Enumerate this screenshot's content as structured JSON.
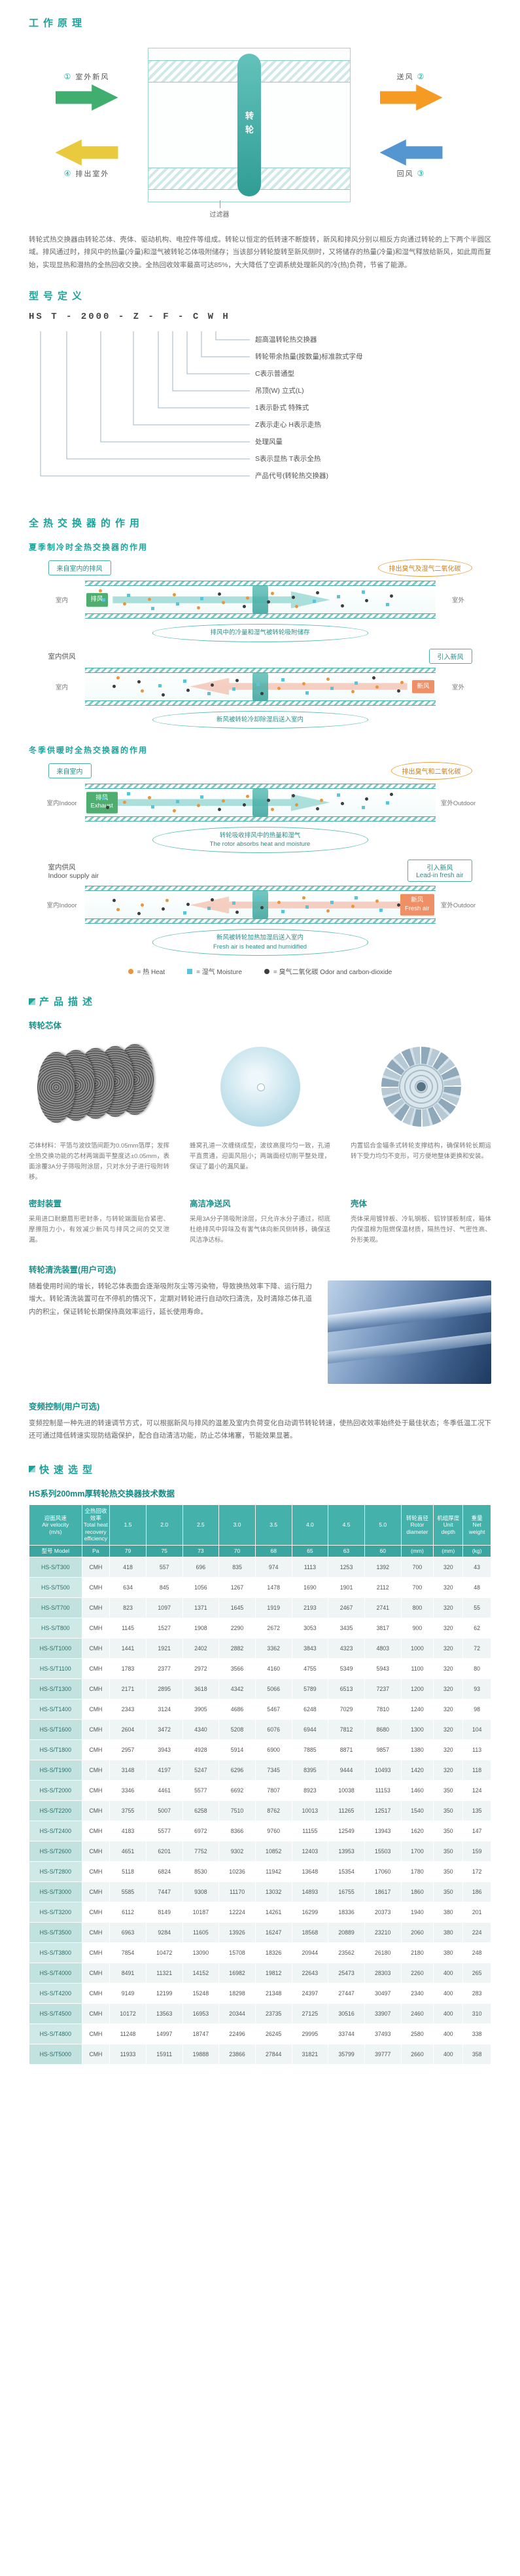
{
  "colors": {
    "accent": "#1ba39c",
    "heat": "#e8963c",
    "moisture": "#58c6d8",
    "odor": "#3d3d3d",
    "arrow_fresh_out": "#3fae6e",
    "arrow_exhaust_out": "#e9c93e",
    "arrow_supply": "#f59a23",
    "arrow_return": "#5596d0"
  },
  "principle": {
    "title": "工作原理",
    "diagram": {
      "outdoor_fresh": "室外新风",
      "exhaust_out": "排出室外",
      "supply": "送风",
      "return_air": "回风",
      "rotor": "转轮",
      "filter": "过滤器",
      "n1": "①",
      "n2": "②",
      "n3": "③",
      "n4": "④"
    },
    "paragraph": "转轮式热交换器由转轮芯体、壳体、驱动机构、电控件等组成。转轮以恒定的低转速不断旋转，新风和排风分别以相反方向通过转轮的上下两个半圆区域。排风通过时，排风中的热量(冷量)和湿气被转轮芯体吸附储存；当该部分转轮旋转至新风侧时，又将储存的热量(冷量)和湿气释放给新风，如此周而复始，实现显热和潜热的全热回收交换。全热回收效率最高可达85%，大大降低了空调系统处理新风的冷(热)负荷，节省了能源。"
  },
  "model": {
    "title": "型号定义",
    "code": "HS T - 2000 - Z - F - C W H",
    "labels": [
      "超高温转轮热交换器",
      "转轮带余热量(按数量)标准款式字母",
      "C表示普通型",
      "吊顶(W) 立式(L)",
      "1表示卧式 特殊式",
      "Z表示走心 H表示走热",
      "处理风量",
      "S表示显热 T表示全热",
      "产品代号(转轮热交换器)"
    ]
  },
  "fn": {
    "title": "全热交换器的作用",
    "summer": {
      "subtitle": "夏季制冷时全热交换器的作用",
      "from_indoor": "来自室内的排风",
      "emit": "排出臭气及湿气二氧化碳",
      "indoor": "室内",
      "outdoor": "室外",
      "exhaust_tag": "排风",
      "note1": "排风中的冷量和湿气被转轮吸附储存",
      "supply": "室内供风",
      "lead_in": "引入新风",
      "fresh_tag": "新风",
      "note2": "新风被转轮冷却除湿后送入室内"
    },
    "winter": {
      "subtitle": "冬季供暖时全热交换器的作用",
      "from_indoor": "来自室内",
      "emit": "排出臭气和二氧化碳",
      "indoor": "室内Indoor",
      "outdoor": "室外Outdoor",
      "exhaust_tag": "排风\nExhaust",
      "note1": "转轮吸收排风中的热量和湿气\nThe rotor absorbs heat and moisture",
      "supply": "室内供风\nIndoor supply air",
      "lead_in": "引入新风\nLead-in fresh air",
      "fresh_tag": "新风\nFresh air",
      "note2": "新风被转轮加热加湿后送入室内\nFresh air is heated and humidified"
    },
    "legend": [
      {
        "color": "#e8963c",
        "shape": "circle",
        "label": "= 热 Heat"
      },
      {
        "color": "#58c6d8",
        "shape": "square",
        "label": "= 湿气 Moisture"
      },
      {
        "color": "#3d3d3d",
        "shape": "circle",
        "label": "= 臭气二氧化碳 Odor and carbon-dioxide"
      }
    ]
  },
  "product": {
    "title": "产品描述",
    "core_title": "转轮芯体",
    "captions": [
      "芯体材料：平箔与波纹箔间距为0.05mm箔厚；发挥全热交换功能的芯材两端面平整度达±0.05mm，表面涂覆3A分子筛吸附涂层，只对水分子进行吸附转移。",
      "蜂窝孔道一次缠绕成型，波纹高度均匀一致，孔道平直贯通，迎面风阻小；两端面经切削平整处理，保证了最小的漏风量。",
      "内置铝合金辐条式转轮支撑结构，确保转轮长期运转下受力均匀不变形，可方便地整体更换和安装。"
    ],
    "features": [
      {
        "title": "密封装置",
        "text": "采用进口耐磨唇形密封条，与转轮端面贴合紧密、摩擦阻力小，有效减少新风与排风之间的交叉泄漏。"
      },
      {
        "title": "高洁净送风",
        "text": "采用3A分子筛吸附涂层，只允许水分子通过，彻底杜绝排风中异味及有害气体向新风侧转移，确保送风洁净达标。"
      },
      {
        "title": "壳体",
        "text": "壳体采用镀锌板、冷轧钢板、铝锌镁板制成，箱体内保温棉为阻燃保温材质，隔热性好、气密性高、外形美观。"
      }
    ],
    "cleaning": {
      "title": "转轮清洗装置(用户可选)",
      "text": "随着使用时间的增长，转轮芯体表面会逐渐吸附灰尘等污染物，导致换热效率下降、运行阻力增大。转轮清洗装置可在不停机的情况下，定期对转轮进行自动吹扫清洗，及时清除芯体孔道内的积尘，保证转轮长期保持高效率运行，延长使用寿命。"
    },
    "vfd": {
      "title": "变频控制(用户可选)",
      "text": "变频控制是一种先进的转速调节方式，可以根据新风与排风的温差及室内负荷变化自动调节转轮转速，使热回收效率始终处于最佳状态；冬季低温工况下还可通过降低转速实现防结霜保护，配合自动清洁功能，防止芯体堵塞，节能效果显著。"
    }
  },
  "selection": {
    "title": "快速选型",
    "subtitle": "HS系列200mm厚转轮热交换器技术数据",
    "table": {
      "header_row1": [
        "迎面风速\nAir velocity\n(m/s)",
        "全热回收效率\nTotal heat recovery\nefficiency",
        "1.5",
        "2.0",
        "2.5",
        "3.0",
        "3.5",
        "4.0",
        "4.5",
        "5.0",
        "转轮直径\nRotor\ndiameter",
        "机组厚度\nUnit\ndepth",
        "重量\nNet\nweight"
      ],
      "header_row2": [
        "型号 Model",
        "Pa",
        "79",
        "75",
        "73",
        "70",
        "68",
        "65",
        "63",
        "60",
        "(mm)",
        "(mm)",
        "(kg)"
      ],
      "rows": [
        [
          "HS-S/T300",
          "CMH",
          "418",
          "557",
          "696",
          "835",
          "974",
          "1113",
          "1253",
          "1392",
          "700",
          "320",
          "43"
        ],
        [
          "HS-S/T500",
          "CMH",
          "634",
          "845",
          "1056",
          "1267",
          "1478",
          "1690",
          "1901",
          "2112",
          "700",
          "320",
          "48"
        ],
        [
          "HS-S/T700",
          "CMH",
          "823",
          "1097",
          "1371",
          "1645",
          "1919",
          "2193",
          "2467",
          "2741",
          "800",
          "320",
          "55"
        ],
        [
          "HS-S/T800",
          "CMH",
          "1145",
          "1527",
          "1908",
          "2290",
          "2672",
          "3053",
          "3435",
          "3817",
          "900",
          "320",
          "62"
        ],
        [
          "HS-S/T1000",
          "CMH",
          "1441",
          "1921",
          "2402",
          "2882",
          "3362",
          "3843",
          "4323",
          "4803",
          "1000",
          "320",
          "72"
        ],
        [
          "HS-S/T1100",
          "CMH",
          "1783",
          "2377",
          "2972",
          "3566",
          "4160",
          "4755",
          "5349",
          "5943",
          "1100",
          "320",
          "80"
        ],
        [
          "HS-S/T1300",
          "CMH",
          "2171",
          "2895",
          "3618",
          "4342",
          "5066",
          "5789",
          "6513",
          "7237",
          "1200",
          "320",
          "93"
        ],
        [
          "HS-S/T1400",
          "CMH",
          "2343",
          "3124",
          "3905",
          "4686",
          "5467",
          "6248",
          "7029",
          "7810",
          "1240",
          "320",
          "98"
        ],
        [
          "HS-S/T1600",
          "CMH",
          "2604",
          "3472",
          "4340",
          "5208",
          "6076",
          "6944",
          "7812",
          "8680",
          "1300",
          "320",
          "104"
        ],
        [
          "HS-S/T1800",
          "CMH",
          "2957",
          "3943",
          "4928",
          "5914",
          "6900",
          "7885",
          "8871",
          "9857",
          "1380",
          "320",
          "113"
        ],
        [
          "HS-S/T1900",
          "CMH",
          "3148",
          "4197",
          "5247",
          "6296",
          "7345",
          "8395",
          "9444",
          "10493",
          "1420",
          "320",
          "118"
        ],
        [
          "HS-S/T2000",
          "CMH",
          "3346",
          "4461",
          "5577",
          "6692",
          "7807",
          "8923",
          "10038",
          "11153",
          "1460",
          "350",
          "124"
        ],
        [
          "HS-S/T2200",
          "CMH",
          "3755",
          "5007",
          "6258",
          "7510",
          "8762",
          "10013",
          "11265",
          "12517",
          "1540",
          "350",
          "135"
        ],
        [
          "HS-S/T2400",
          "CMH",
          "4183",
          "5577",
          "6972",
          "8366",
          "9760",
          "11155",
          "12549",
          "13943",
          "1620",
          "350",
          "147"
        ],
        [
          "HS-S/T2600",
          "CMH",
          "4651",
          "6201",
          "7752",
          "9302",
          "10852",
          "12403",
          "13953",
          "15503",
          "1700",
          "350",
          "159"
        ],
        [
          "HS-S/T2800",
          "CMH",
          "5118",
          "6824",
          "8530",
          "10236",
          "11942",
          "13648",
          "15354",
          "17060",
          "1780",
          "350",
          "172"
        ],
        [
          "HS-S/T3000",
          "CMH",
          "5585",
          "7447",
          "9308",
          "11170",
          "13032",
          "14893",
          "16755",
          "18617",
          "1860",
          "350",
          "186"
        ],
        [
          "HS-S/T3200",
          "CMH",
          "6112",
          "8149",
          "10187",
          "12224",
          "14261",
          "16299",
          "18336",
          "20373",
          "1940",
          "380",
          "201"
        ],
        [
          "HS-S/T3500",
          "CMH",
          "6963",
          "9284",
          "11605",
          "13926",
          "16247",
          "18568",
          "20889",
          "23210",
          "2060",
          "380",
          "224"
        ],
        [
          "HS-S/T3800",
          "CMH",
          "7854",
          "10472",
          "13090",
          "15708",
          "18326",
          "20944",
          "23562",
          "26180",
          "2180",
          "380",
          "248"
        ],
        [
          "HS-S/T4000",
          "CMH",
          "8491",
          "11321",
          "14152",
          "16982",
          "19812",
          "22643",
          "25473",
          "28303",
          "2260",
          "400",
          "265"
        ],
        [
          "HS-S/T4200",
          "CMH",
          "9149",
          "12199",
          "15248",
          "18298",
          "21348",
          "24397",
          "27447",
          "30497",
          "2340",
          "400",
          "283"
        ],
        [
          "HS-S/T4500",
          "CMH",
          "10172",
          "13563",
          "16953",
          "20344",
          "23735",
          "27125",
          "30516",
          "33907",
          "2460",
          "400",
          "310"
        ],
        [
          "HS-S/T4800",
          "CMH",
          "11248",
          "14997",
          "18747",
          "22496",
          "26245",
          "29995",
          "33744",
          "37493",
          "2580",
          "400",
          "338"
        ],
        [
          "HS-S/T5000",
          "CMH",
          "11933",
          "15911",
          "19888",
          "23866",
          "27844",
          "31821",
          "35799",
          "39777",
          "2660",
          "400",
          "358"
        ]
      ]
    }
  }
}
